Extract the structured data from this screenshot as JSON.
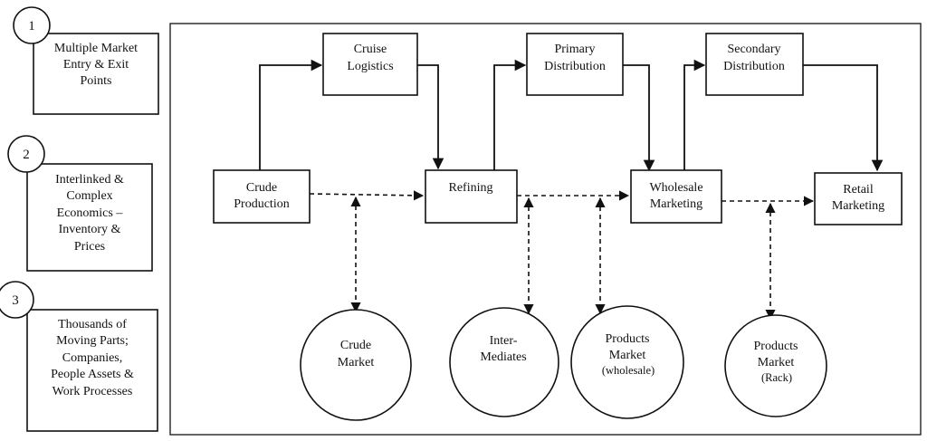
{
  "side_notes": [
    {
      "number": "1",
      "lines": [
        "Multiple Market",
        "Entry & Exit",
        "Points"
      ]
    },
    {
      "number": "2",
      "lines": [
        "Interlinked &",
        "Complex",
        "Economics –",
        "Inventory &",
        "Prices"
      ]
    },
    {
      "number": "3",
      "lines": [
        "Thousands of",
        "Moving Parts;",
        "Companies,",
        "People Assets &",
        "Work Processes"
      ]
    }
  ],
  "nodes": {
    "cruise_logistics": [
      "Cruise",
      "Logistics"
    ],
    "primary_distribution": [
      "Primary",
      "Distribution"
    ],
    "secondary_distribution": [
      "Secondary",
      "Distribution"
    ],
    "crude_production": [
      "Crude",
      "Production"
    ],
    "refining": [
      "Refining"
    ],
    "wholesale_marketing": [
      "Wholesale",
      "Marketing"
    ],
    "retail_marketing": [
      "Retail",
      "Marketing"
    ]
  },
  "markets": {
    "crude_market": [
      "Crude",
      "Market"
    ],
    "intermediates": [
      "Inter-",
      "Mediates"
    ],
    "products_wholesale": [
      "Products",
      "Market"
    ],
    "products_wholesale_sub": "(wholesale)",
    "products_rack": [
      "Products",
      "Market"
    ],
    "products_rack_sub": "(Rack)"
  }
}
